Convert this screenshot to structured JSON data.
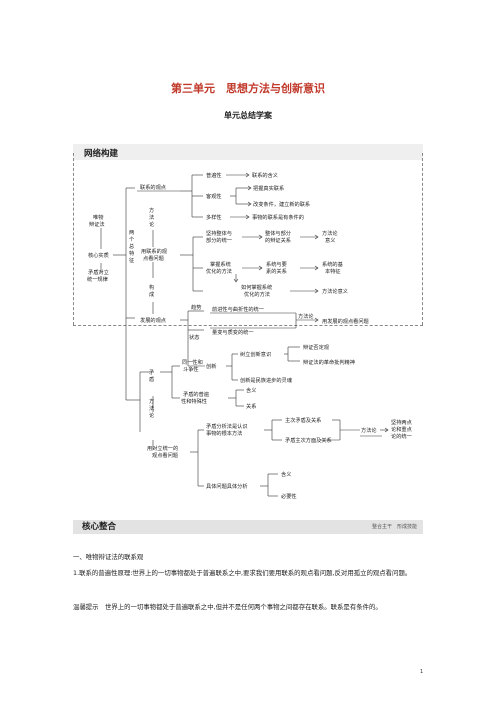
{
  "doc": {
    "title": "第三单元　思想方法与创新意识",
    "subtitle": "单元总结学案",
    "network_label": "网络构建",
    "core_label": "核心整合",
    "core_right": "整合主干　形成技能",
    "section1": "一、唯物辩证法的联系观",
    "para1": "1.联系的普遍性原理:世界上的一切事物都处于普遍联系之中,要求我们要用联系的观点看问题,反对用孤立的观点看问题。",
    "para2_tip": "温馨提示　世界上的一切事物都处于普遍联系之中,但并不是任何两个事物之间都存在联系。联系是有条件的。",
    "page_number": "1"
  },
  "mindmap": {
    "root_a": "唯物",
    "root_b": "辩证法",
    "core_essence": "核心实质",
    "contradiction_a": "矛盾对立",
    "contradiction_b": "统一规律",
    "two_a": "两",
    "two_b": "个",
    "two_c": "总",
    "two_d": "特",
    "two_e": "征",
    "view_link": "联系的观点",
    "method_a": "方",
    "method_b": "法",
    "method_c": "论",
    "universal": "普遍性",
    "objective": "客观性",
    "diversity": "多样性",
    "meaning_link": "联系的含义",
    "grasp_link": "把握真实联系",
    "change_cond": "改变条件，建立新的联系",
    "cond_link": "事物的联系是有条件的",
    "use_link_a": "用联系的观",
    "use_link_b": "点看问题",
    "whole_a": "坚持整体与",
    "whole_b": "部分的统一",
    "whole_part_a": "整体与部分",
    "whole_part_b": "的辩证关系",
    "meth_a": "方法论",
    "meth_b": "意义",
    "system_a": "掌握系统",
    "system_b": "优化的方法",
    "sys_elem_a": "系统与要",
    "sys_elem_b": "素的关系",
    "sys_basic_a": "系统的基",
    "sys_basic_b": "本特征",
    "master_a": "如何掌握系统",
    "master_b": "优化的方法",
    "meth_meaning": "方法论意义",
    "build_a": "构",
    "build_b": "成",
    "view_dev": "发展的观点",
    "trend": "趋势",
    "state": "状态",
    "progress": "前进性与曲折性的统一",
    "quant": "量变与质变的统一",
    "methodology": "方法论",
    "dev_view": "用发展的观点看问题",
    "innovation": "创新",
    "innov_aware": "树立创新意识",
    "dialect_neg": "辩证否定观",
    "dialect_crit": "辩证法的革命批判精神",
    "innov_soul": "创新是民族进步的灵魂",
    "contra_a": "矛",
    "contra_b": "盾",
    "ident_a": "同一性和",
    "ident_b": "斗争性",
    "univ_part_a": "矛盾的普遍",
    "univ_part_b": "性和特殊性",
    "meaning": "含义",
    "relation": "关系",
    "method2_a": "方",
    "method2_b": "法",
    "method2_c": "论",
    "use_unity_a": "用对立统一的",
    "use_unity_b": "观点看问题",
    "analysis_a": "矛盾分析法是认识",
    "analysis_b": "事物的根本方法",
    "main_contra": "主次矛盾及关系",
    "main_aspect": "矛盾主次方面及关系",
    "methodology2": "方法论",
    "two_point_a": "坚持两点",
    "two_point_b": "论和重点",
    "two_point_c": "论的统一",
    "concrete": "具体问题具体分析",
    "meaning2": "含义",
    "necessity": "必要性"
  }
}
